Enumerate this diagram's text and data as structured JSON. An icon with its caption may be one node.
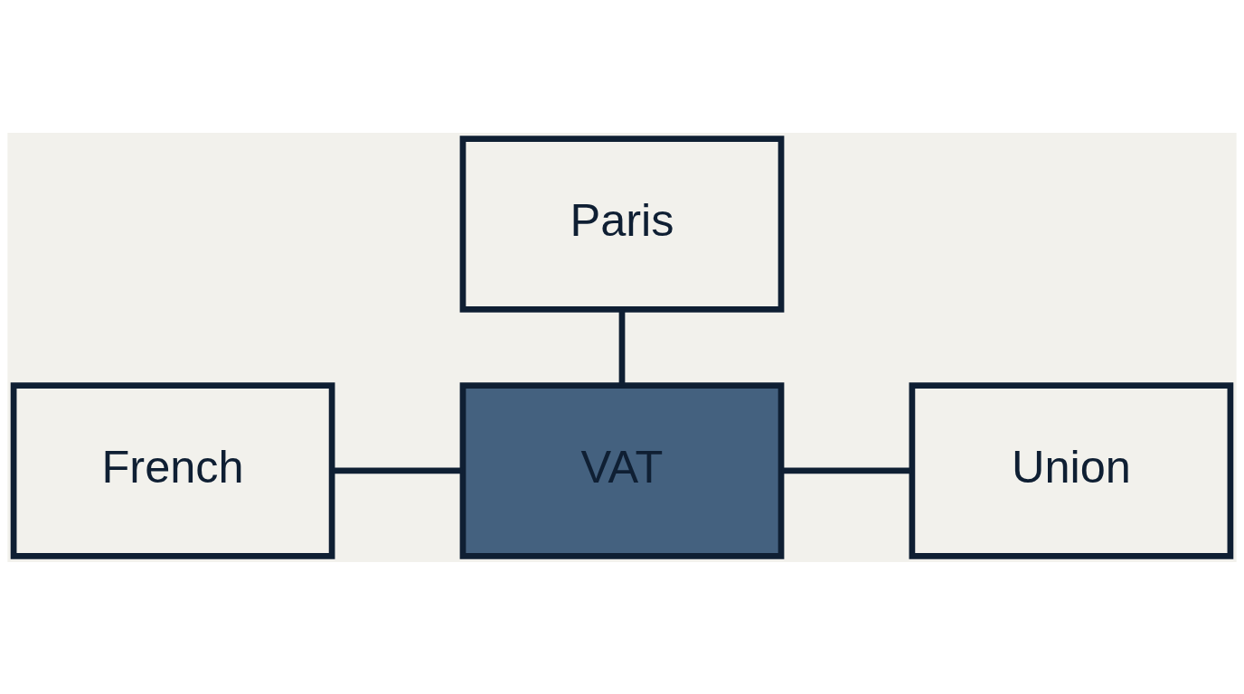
{
  "diagram": {
    "nodes": [
      {
        "text": [
          "Paris"
        ]
      },
      {
        "text": [
          "French"
        ]
      },
      {
        "text": [
          "VAT"
        ]
      },
      {
        "text": [
          "Union"
        ]
      }
    ],
    "edges": [
      {
        "from": 0,
        "to": 2,
        "arrow": "none"
      },
      {
        "from": 1,
        "to": 2,
        "arrow": "none"
      },
      {
        "from": 2,
        "to": 3,
        "arrow": "none"
      }
    ]
  }
}
